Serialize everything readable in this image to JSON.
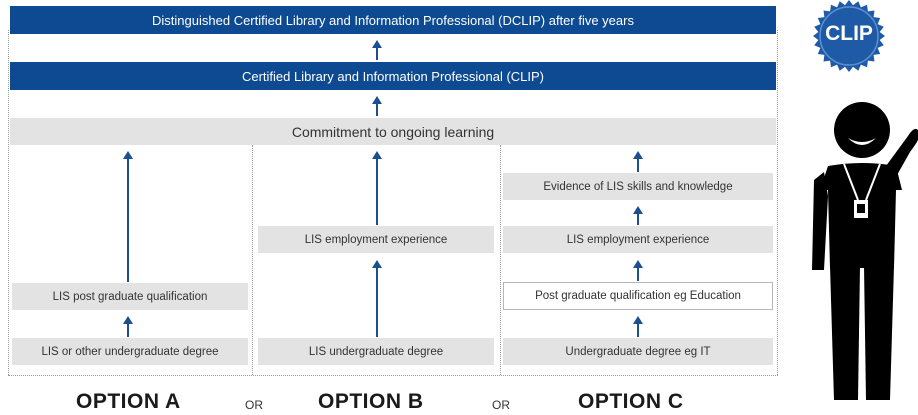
{
  "top": {
    "dclip": "Distinguished Certified Library and Information Professional (DCLIP) after five years",
    "clip": "Certified Library and Information Professional (CLIP)",
    "commitment": "Commitment to ongoing learning"
  },
  "option_a": {
    "steps": [
      "LIS post graduate qualification",
      "LIS or other undergraduate degree"
    ],
    "label": "OPTION A"
  },
  "option_b": {
    "steps": [
      "LIS employment experience",
      "LIS undergraduate degree"
    ],
    "label": "OPTION B"
  },
  "option_c": {
    "steps": [
      "Evidence of LIS skills and knowledge",
      "LIS employment experience",
      "Post graduate qualification eg Education",
      "Undergraduate degree eg IT"
    ],
    "label": "OPTION C"
  },
  "or_labels": [
    "OR",
    "OR"
  ],
  "badge": {
    "text": "CLIP",
    "color": "#1f5aa6"
  },
  "person_icon": "professional-person-icon",
  "colors": {
    "dark_blue": "#0d4a92",
    "gray_box": "#e3e3e3",
    "arrow": "#1b4f8f"
  }
}
